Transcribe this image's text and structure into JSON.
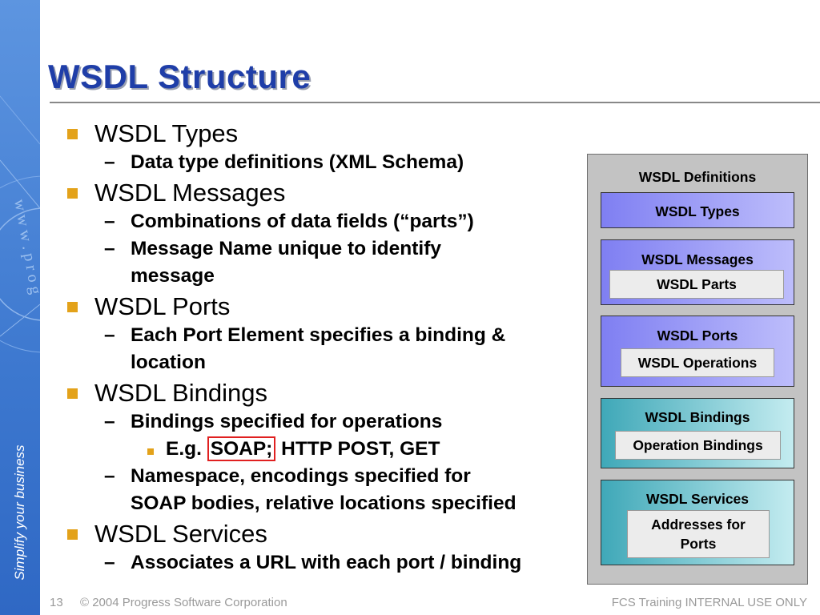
{
  "sidebar": {
    "tagline": "Simplify your business"
  },
  "title": "WSDL Structure",
  "bullets": {
    "types": {
      "label": "WSDL Types",
      "sub1": "Data type definitions (XML Schema)"
    },
    "messages": {
      "label": "WSDL Messages",
      "sub1": "Combinations of data fields (“parts”)",
      "sub2_line1": "Message Name unique to identify",
      "sub2_line2": "message"
    },
    "ports": {
      "label": "WSDL Ports",
      "sub1_line1": "Each Port Element specifies a binding &",
      "sub1_line2": "location"
    },
    "bindings": {
      "label": "WSDL Bindings",
      "sub1": "Bindings specified for operations",
      "sub1_item_prefix": "E.g. ",
      "sub1_item_highlight": "SOAP;",
      "sub1_item_rest": " HTTP POST, GET",
      "sub2_line1": "Namespace, encodings specified for",
      "sub2_line2": "SOAP bodies, relative locations specified"
    },
    "services": {
      "label": "WSDL Services",
      "sub1": "Associates a URL with each port / binding"
    }
  },
  "diagram": {
    "header": "WSDL Definitions",
    "types": "WSDL Types",
    "messages": "WSDL Messages",
    "parts": "WSDL Parts",
    "ports": "WSDL Ports",
    "operations": "WSDL Operations",
    "bindings": "WSDL Bindings",
    "operation_bindings": "Operation Bindings",
    "services": "WSDL Services",
    "addresses_line1": "Addresses for",
    "addresses_line2": "Ports"
  },
  "footer": {
    "page_number": "13",
    "copyright": "© 2004 Progress Software Corporation",
    "notice": "FCS Training INTERNAL USE ONLY"
  },
  "colors": {
    "title": "#1f3ea8",
    "bullet": "#e3a21a",
    "sidebar": "#3d78cf",
    "highlight_box": "#e02020"
  }
}
